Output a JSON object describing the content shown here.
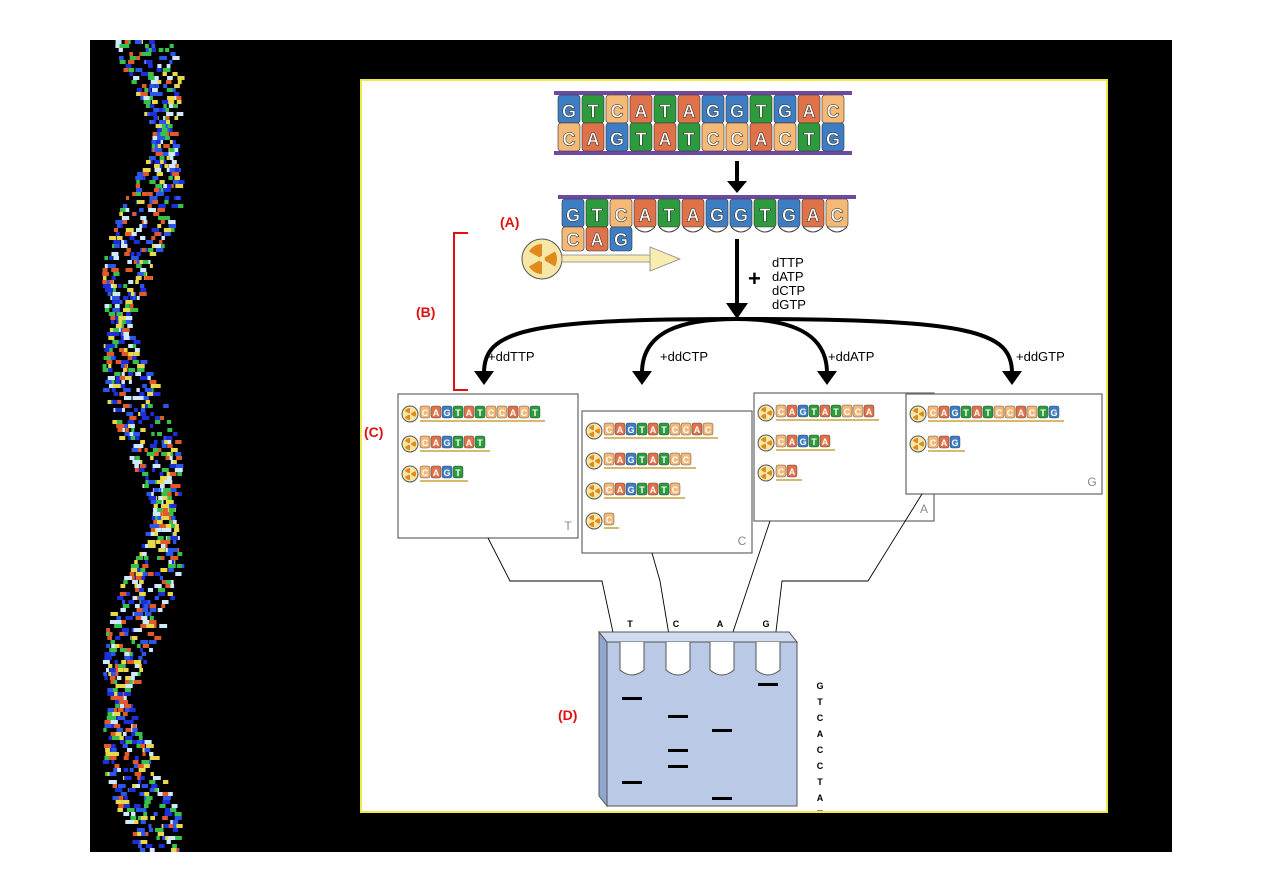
{
  "colors": {
    "G": "#3d7dc4",
    "T": "#2e9a3e",
    "C": "#f4b877",
    "A": "#e0724a",
    "backbone": "#6d4aa0",
    "label_red": "#e01010",
    "gel": "#b9c9e6",
    "panel_border": "#f2e84a"
  },
  "dna": {
    "top_strand": [
      "G",
      "T",
      "C",
      "A",
      "T",
      "A",
      "G",
      "G",
      "T",
      "G",
      "A",
      "C"
    ],
    "bottom_strand": [
      "C",
      "A",
      "G",
      "T",
      "A",
      "T",
      "C",
      "C",
      "A",
      "C",
      "T",
      "G"
    ],
    "primer": [
      "C",
      "A",
      "G"
    ]
  },
  "labels": {
    "A": "(A)",
    "B": "(B)",
    "C": "(C)",
    "D": "(D)"
  },
  "reagents": {
    "plus": "+",
    "list": [
      "dTTP",
      "dATP",
      "dCTP",
      "dGTP"
    ]
  },
  "reactions": [
    {
      "label": "+ddTTP",
      "lane": "T",
      "fragments": [
        "CAGTATCCACT",
        "CAGTAT",
        "CAGT"
      ]
    },
    {
      "label": "+ddCTP",
      "lane": "C",
      "fragments": [
        "CAGTATCCAC",
        "CAGTATCC",
        "CAGTATC",
        "C"
      ]
    },
    {
      "label": "+ddATP",
      "lane": "A",
      "fragments": [
        "CAGTATCCA",
        "CAGTA",
        "CA"
      ]
    },
    {
      "label": "+ddGTP",
      "lane": "G",
      "fragments": [
        "CAGTATCCACTG",
        "CAG"
      ]
    }
  ],
  "gel": {
    "lanes": [
      "T",
      "C",
      "A",
      "G"
    ],
    "read_sequence": [
      "G",
      "T",
      "C",
      "A",
      "C",
      "C",
      "T",
      "A",
      "T"
    ]
  },
  "icons": [
    "radioactive-icon",
    "primer-arrow-icon",
    "flow-arrow-icon"
  ]
}
